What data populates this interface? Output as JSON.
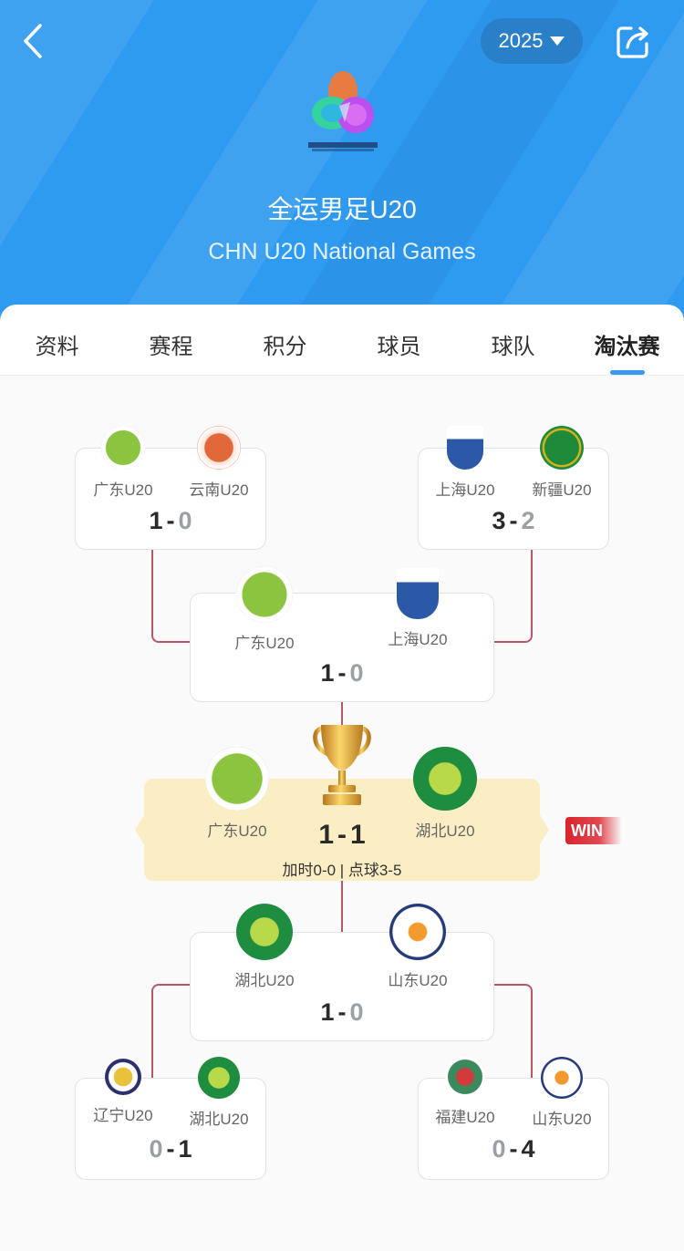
{
  "header": {
    "year": "2025",
    "title_cn": "全运男足U20",
    "title_en": "CHN U20 National Games",
    "brand_color": "#2f9bf0"
  },
  "tabs": [
    {
      "label": "资料",
      "active": false
    },
    {
      "label": "赛程",
      "active": false
    },
    {
      "label": "积分",
      "active": false
    },
    {
      "label": "球员",
      "active": false
    },
    {
      "label": "球队",
      "active": false
    },
    {
      "label": "淘汰赛",
      "active": true
    }
  ],
  "bracket": {
    "qf_top_left": {
      "home": "广东U20",
      "away": "云南U20",
      "home_score": "1",
      "away_score": "0"
    },
    "qf_top_right": {
      "home": "上海U20",
      "away": "新疆U20",
      "home_score": "3",
      "away_score": "2"
    },
    "sf_top": {
      "home": "广东U20",
      "away": "上海U20",
      "home_score": "1",
      "away_score": "0"
    },
    "final": {
      "home": "广东U20",
      "away": "湖北U20",
      "home_score": "1",
      "away_score": "1",
      "detail": "加时0-0 | 点球3-5",
      "win_label": "WIN"
    },
    "sf_bottom": {
      "home": "湖北U20",
      "away": "山东U20",
      "home_score": "1",
      "away_score": "0"
    },
    "qf_bottom_left": {
      "home": "辽宁U20",
      "away": "湖北U20",
      "home_score": "0",
      "away_score": "1"
    },
    "qf_bottom_right": {
      "home": "福建U20",
      "away": "山东U20",
      "home_score": "0",
      "away_score": "4"
    }
  },
  "icons": {
    "back": "chevron-left-icon",
    "share": "share-icon",
    "dropdown": "caret-down-icon",
    "trophy": "trophy-icon"
  },
  "colors": {
    "connector": "#b7586a",
    "final_bg": "#fbeec4",
    "win_tag": "#d9252e",
    "tab_indicator": "#3b98e8"
  }
}
